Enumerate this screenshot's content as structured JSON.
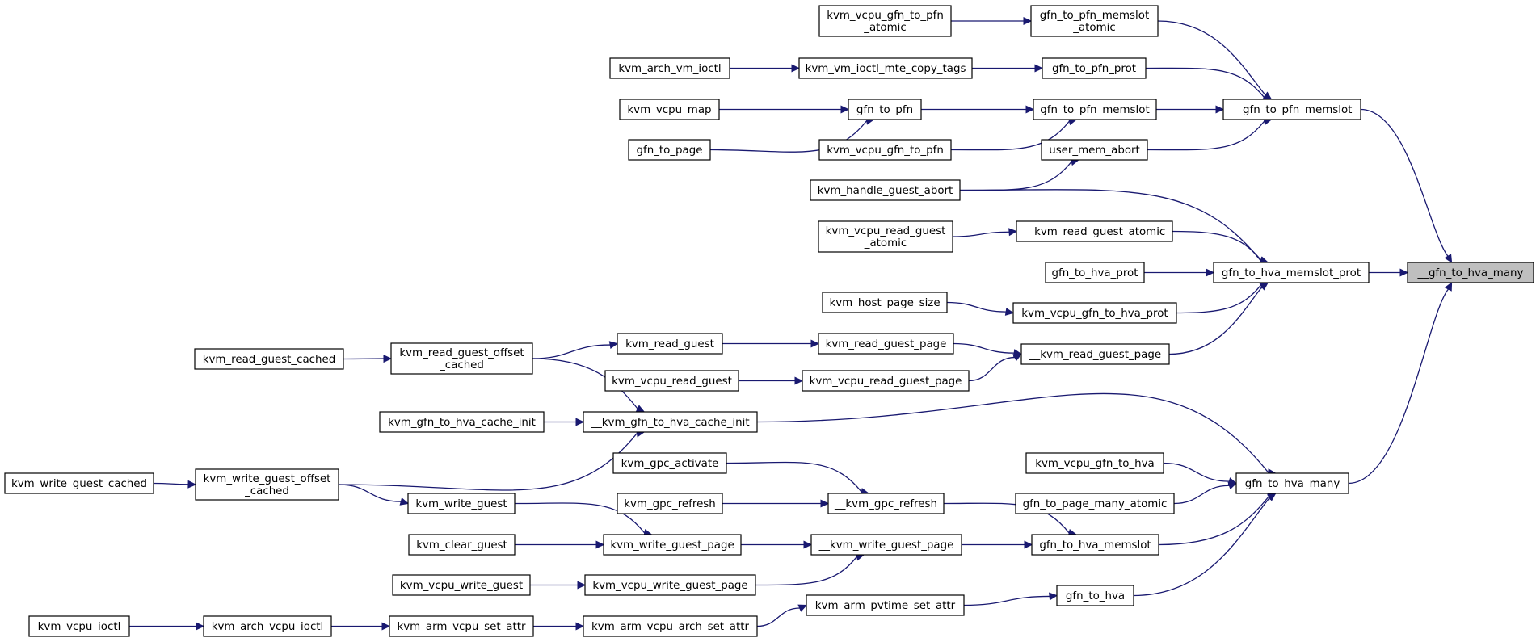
{
  "graph": {
    "root": "__gfn_to_hva_many",
    "nodes": [
      {
        "id": "__gfn_to_hva_many",
        "lines": [
          "__gfn_to_hva_many"
        ],
        "root": true
      },
      {
        "id": "__gfn_to_pfn_memslot",
        "lines": [
          "__gfn_to_pfn_memslot"
        ]
      },
      {
        "id": "gfn_to_hva_memslot_prot",
        "lines": [
          "gfn_to_hva_memslot_prot"
        ]
      },
      {
        "id": "gfn_to_hva_many",
        "lines": [
          "gfn_to_hva_many"
        ]
      },
      {
        "id": "gfn_to_pfn_memslot_atomic",
        "lines": [
          "gfn_to_pfn_memslot",
          "_atomic"
        ]
      },
      {
        "id": "gfn_to_pfn_prot",
        "lines": [
          "gfn_to_pfn_prot"
        ]
      },
      {
        "id": "gfn_to_pfn_memslot",
        "lines": [
          "gfn_to_pfn_memslot"
        ]
      },
      {
        "id": "user_mem_abort",
        "lines": [
          "user_mem_abort"
        ]
      },
      {
        "id": "kvm_vcpu_gfn_to_pfn_atomic",
        "lines": [
          "kvm_vcpu_gfn_to_pfn",
          "_atomic"
        ]
      },
      {
        "id": "kvm_vm_ioctl_mte_copy_tags",
        "lines": [
          "kvm_vm_ioctl_mte_copy_tags"
        ]
      },
      {
        "id": "kvm_arch_vm_ioctl",
        "lines": [
          "kvm_arch_vm_ioctl"
        ]
      },
      {
        "id": "gfn_to_pfn",
        "lines": [
          "gfn_to_pfn"
        ]
      },
      {
        "id": "kvm_vcpu_map",
        "lines": [
          "kvm_vcpu_map"
        ]
      },
      {
        "id": "gfn_to_page",
        "lines": [
          "gfn_to_page"
        ]
      },
      {
        "id": "kvm_vcpu_gfn_to_pfn",
        "lines": [
          "kvm_vcpu_gfn_to_pfn"
        ]
      },
      {
        "id": "kvm_handle_guest_abort",
        "lines": [
          "kvm_handle_guest_abort"
        ]
      },
      {
        "id": "__kvm_read_guest_atomic",
        "lines": [
          "__kvm_read_guest_atomic"
        ]
      },
      {
        "id": "kvm_vcpu_read_guest_atomic",
        "lines": [
          "kvm_vcpu_read_guest",
          "_atomic"
        ]
      },
      {
        "id": "gfn_to_hva_prot",
        "lines": [
          "gfn_to_hva_prot"
        ]
      },
      {
        "id": "kvm_vcpu_gfn_to_hva_prot",
        "lines": [
          "kvm_vcpu_gfn_to_hva_prot"
        ]
      },
      {
        "id": "kvm_host_page_size",
        "lines": [
          "kvm_host_page_size"
        ]
      },
      {
        "id": "__kvm_read_guest_page",
        "lines": [
          "__kvm_read_guest_page"
        ]
      },
      {
        "id": "kvm_read_guest_page",
        "lines": [
          "kvm_read_guest_page"
        ]
      },
      {
        "id": "kvm_vcpu_read_guest_page",
        "lines": [
          "kvm_vcpu_read_guest_page"
        ]
      },
      {
        "id": "kvm_read_guest",
        "lines": [
          "kvm_read_guest"
        ]
      },
      {
        "id": "kvm_read_guest_offset_cached",
        "lines": [
          "kvm_read_guest_offset",
          "_cached"
        ]
      },
      {
        "id": "kvm_read_guest_cached",
        "lines": [
          "kvm_read_guest_cached"
        ]
      },
      {
        "id": "kvm_vcpu_read_guest",
        "lines": [
          "kvm_vcpu_read_guest"
        ]
      },
      {
        "id": "__kvm_gfn_to_hva_cache_init",
        "lines": [
          "__kvm_gfn_to_hva_cache_init"
        ]
      },
      {
        "id": "kvm_gfn_to_hva_cache_init",
        "lines": [
          "kvm_gfn_to_hva_cache_init"
        ]
      },
      {
        "id": "kvm_write_guest_offset_cached",
        "lines": [
          "kvm_write_guest_offset",
          "_cached"
        ]
      },
      {
        "id": "kvm_write_guest_cached",
        "lines": [
          "kvm_write_guest_cached"
        ]
      },
      {
        "id": "kvm_vcpu_gfn_to_hva",
        "lines": [
          "kvm_vcpu_gfn_to_hva"
        ]
      },
      {
        "id": "gfn_to_page_many_atomic",
        "lines": [
          "gfn_to_page_many_atomic"
        ]
      },
      {
        "id": "gfn_to_hva_memslot",
        "lines": [
          "gfn_to_hva_memslot"
        ]
      },
      {
        "id": "gfn_to_hva",
        "lines": [
          "gfn_to_hva"
        ]
      },
      {
        "id": "__kvm_gpc_refresh",
        "lines": [
          "__kvm_gpc_refresh"
        ]
      },
      {
        "id": "kvm_gpc_activate",
        "lines": [
          "kvm_gpc_activate"
        ]
      },
      {
        "id": "kvm_gpc_refresh",
        "lines": [
          "kvm_gpc_refresh"
        ]
      },
      {
        "id": "__kvm_write_guest_page",
        "lines": [
          "__kvm_write_guest_page"
        ]
      },
      {
        "id": "kvm_write_guest_page",
        "lines": [
          "kvm_write_guest_page"
        ]
      },
      {
        "id": "kvm_vcpu_write_guest_page",
        "lines": [
          "kvm_vcpu_write_guest_page"
        ]
      },
      {
        "id": "kvm_write_guest",
        "lines": [
          "kvm_write_guest"
        ]
      },
      {
        "id": "kvm_clear_guest",
        "lines": [
          "kvm_clear_guest"
        ]
      },
      {
        "id": "kvm_vcpu_write_guest",
        "lines": [
          "kvm_vcpu_write_guest"
        ]
      },
      {
        "id": "kvm_arm_pvtime_set_attr",
        "lines": [
          "kvm_arm_pvtime_set_attr"
        ]
      },
      {
        "id": "kvm_arm_vcpu_arch_set_attr",
        "lines": [
          "kvm_arm_vcpu_arch_set_attr"
        ]
      },
      {
        "id": "kvm_arm_vcpu_set_attr",
        "lines": [
          "kvm_arm_vcpu_set_attr"
        ]
      },
      {
        "id": "kvm_arch_vcpu_ioctl",
        "lines": [
          "kvm_arch_vcpu_ioctl"
        ]
      },
      {
        "id": "kvm_vcpu_ioctl",
        "lines": [
          "kvm_vcpu_ioctl"
        ]
      }
    ],
    "edges": [
      [
        "__gfn_to_pfn_memslot",
        "__gfn_to_hva_many"
      ],
      [
        "gfn_to_hva_memslot_prot",
        "__gfn_to_hva_many"
      ],
      [
        "gfn_to_hva_many",
        "__gfn_to_hva_many"
      ],
      [
        "gfn_to_pfn_memslot_atomic",
        "__gfn_to_pfn_memslot"
      ],
      [
        "gfn_to_pfn_prot",
        "__gfn_to_pfn_memslot"
      ],
      [
        "gfn_to_pfn_memslot",
        "__gfn_to_pfn_memslot"
      ],
      [
        "user_mem_abort",
        "__gfn_to_pfn_memslot"
      ],
      [
        "kvm_vcpu_gfn_to_pfn_atomic",
        "gfn_to_pfn_memslot_atomic"
      ],
      [
        "kvm_vm_ioctl_mte_copy_tags",
        "gfn_to_pfn_prot"
      ],
      [
        "kvm_arch_vm_ioctl",
        "kvm_vm_ioctl_mte_copy_tags"
      ],
      [
        "gfn_to_pfn",
        "gfn_to_pfn_memslot"
      ],
      [
        "kvm_vcpu_gfn_to_pfn",
        "gfn_to_pfn_memslot"
      ],
      [
        "kvm_vcpu_map",
        "gfn_to_pfn"
      ],
      [
        "gfn_to_page",
        "gfn_to_pfn"
      ],
      [
        "kvm_handle_guest_abort",
        "user_mem_abort"
      ],
      [
        "kvm_handle_guest_abort",
        "gfn_to_hva_memslot_prot"
      ],
      [
        "__kvm_read_guest_atomic",
        "gfn_to_hva_memslot_prot"
      ],
      [
        "gfn_to_hva_prot",
        "gfn_to_hva_memslot_prot"
      ],
      [
        "kvm_vcpu_gfn_to_hva_prot",
        "gfn_to_hva_memslot_prot"
      ],
      [
        "__kvm_read_guest_page",
        "gfn_to_hva_memslot_prot"
      ],
      [
        "kvm_vcpu_read_guest_atomic",
        "__kvm_read_guest_atomic"
      ],
      [
        "kvm_host_page_size",
        "kvm_vcpu_gfn_to_hva_prot"
      ],
      [
        "kvm_read_guest_page",
        "__kvm_read_guest_page"
      ],
      [
        "kvm_vcpu_read_guest_page",
        "__kvm_read_guest_page"
      ],
      [
        "kvm_read_guest",
        "kvm_read_guest_page"
      ],
      [
        "kvm_read_guest_offset_cached",
        "kvm_read_guest"
      ],
      [
        "kvm_read_guest_cached",
        "kvm_read_guest_offset_cached"
      ],
      [
        "kvm_vcpu_read_guest",
        "kvm_vcpu_read_guest_page"
      ],
      [
        "kvm_read_guest_offset_cached",
        "__kvm_gfn_to_hva_cache_init"
      ],
      [
        "kvm_gfn_to_hva_cache_init",
        "__kvm_gfn_to_hva_cache_init"
      ],
      [
        "kvm_write_guest_offset_cached",
        "__kvm_gfn_to_hva_cache_init"
      ],
      [
        "__kvm_gfn_to_hva_cache_init",
        "gfn_to_hva_many"
      ],
      [
        "kvm_write_guest_cached",
        "kvm_write_guest_offset_cached"
      ],
      [
        "kvm_vcpu_gfn_to_hva",
        "gfn_to_hva_many"
      ],
      [
        "gfn_to_page_many_atomic",
        "gfn_to_hva_many"
      ],
      [
        "gfn_to_hva_memslot",
        "gfn_to_hva_many"
      ],
      [
        "gfn_to_hva",
        "gfn_to_hva_many"
      ],
      [
        "kvm_gpc_activate",
        "__kvm_gpc_refresh"
      ],
      [
        "kvm_gpc_refresh",
        "__kvm_gpc_refresh"
      ],
      [
        "__kvm_gpc_refresh",
        "gfn_to_hva_memslot"
      ],
      [
        "__kvm_write_guest_page",
        "gfn_to_hva_memslot"
      ],
      [
        "kvm_write_guest_page",
        "__kvm_write_guest_page"
      ],
      [
        "kvm_vcpu_write_guest_page",
        "__kvm_write_guest_page"
      ],
      [
        "kvm_write_guest_offset_cached",
        "kvm_write_guest"
      ],
      [
        "kvm_write_guest",
        "kvm_write_guest_page"
      ],
      [
        "kvm_clear_guest",
        "kvm_write_guest_page"
      ],
      [
        "kvm_vcpu_write_guest",
        "kvm_vcpu_write_guest_page"
      ],
      [
        "kvm_arm_pvtime_set_attr",
        "gfn_to_hva"
      ],
      [
        "kvm_arm_vcpu_arch_set_attr",
        "kvm_arm_pvtime_set_attr"
      ],
      [
        "kvm_arm_vcpu_set_attr",
        "kvm_arm_vcpu_arch_set_attr"
      ],
      [
        "kvm_arch_vcpu_ioctl",
        "kvm_arm_vcpu_set_attr"
      ],
      [
        "kvm_vcpu_ioctl",
        "kvm_arch_vcpu_ioctl"
      ]
    ]
  },
  "colors": {
    "edge": "#191970",
    "node_border": "#000000",
    "node_fill": "#ffffff",
    "root_fill": "#bfbfbf"
  }
}
